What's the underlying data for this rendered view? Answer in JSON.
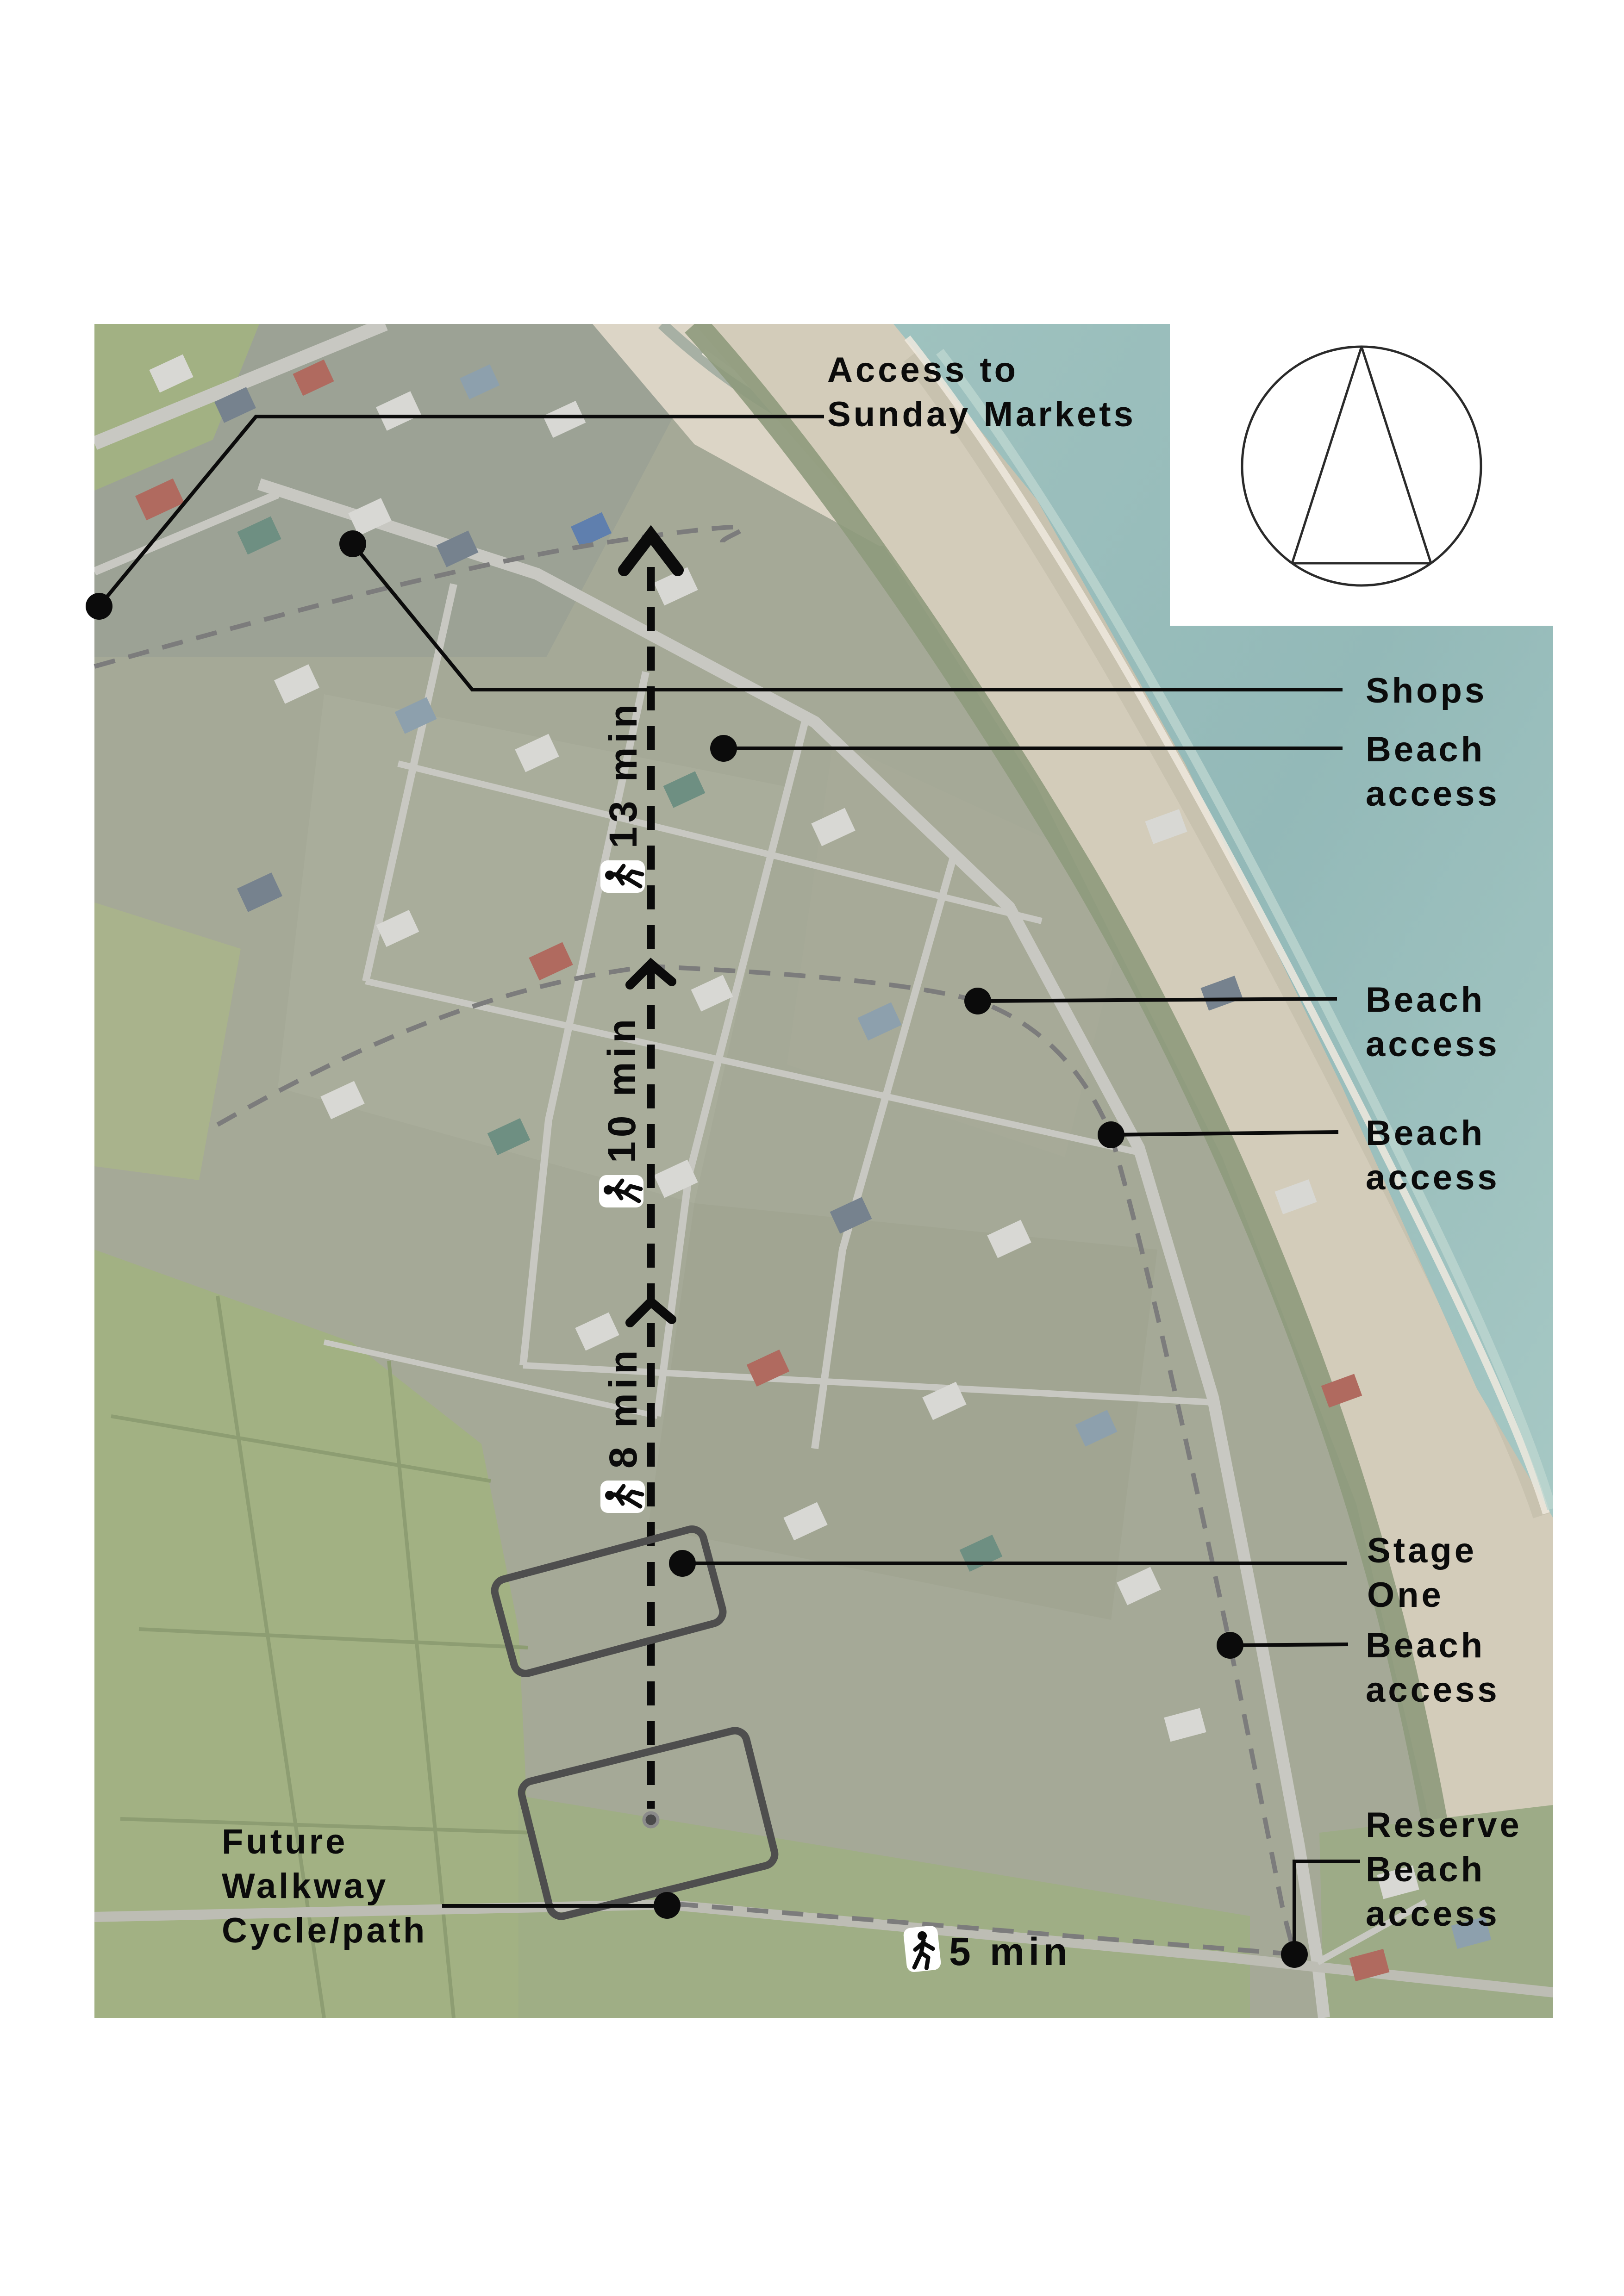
{
  "document": {
    "type": "aerial-map-figure",
    "background_color": "#ffffff"
  },
  "compass": {
    "name": "north-indicator",
    "shape": "circle-with-inscribed-triangle"
  },
  "annotations": {
    "access_markets": {
      "lines": [
        "Access to",
        "Sunday Markets"
      ]
    },
    "shops": {
      "label": "Shops"
    },
    "beach_access_1": {
      "lines": [
        "Beach",
        "access"
      ]
    },
    "beach_access_2": {
      "lines": [
        "Beach",
        "access"
      ]
    },
    "beach_access_3": {
      "lines": [
        "Beach",
        "access"
      ]
    },
    "stage_one": {
      "lines": [
        "Stage",
        "One"
      ]
    },
    "beach_access_4": {
      "lines": [
        "Beach",
        "access"
      ]
    },
    "reserve": {
      "lines": [
        "Reserve",
        "Beach",
        "access"
      ]
    },
    "future_walkway": {
      "lines": [
        "Future",
        "Walkway",
        "Cycle/path"
      ]
    }
  },
  "walk_times": {
    "t13": "13 min",
    "t10": "10 min",
    "t8": "8 min",
    "t5": "5 min"
  },
  "colors": {
    "ocean": "#93b9b8",
    "ocean_light": "#a6c8c4",
    "beach_sand": "#d3ccba",
    "sand_flats": "#dcd5c6",
    "dune_green": "#95a083",
    "residential": "#a5a997",
    "town_block": "#9ca295",
    "farmland": "#a2b183",
    "road": "#c8c8c2",
    "annotation_black": "#0b0b0b",
    "route_dash_gray": "#7c7c7c",
    "stage_outline_gray": "#4e4e4e"
  }
}
